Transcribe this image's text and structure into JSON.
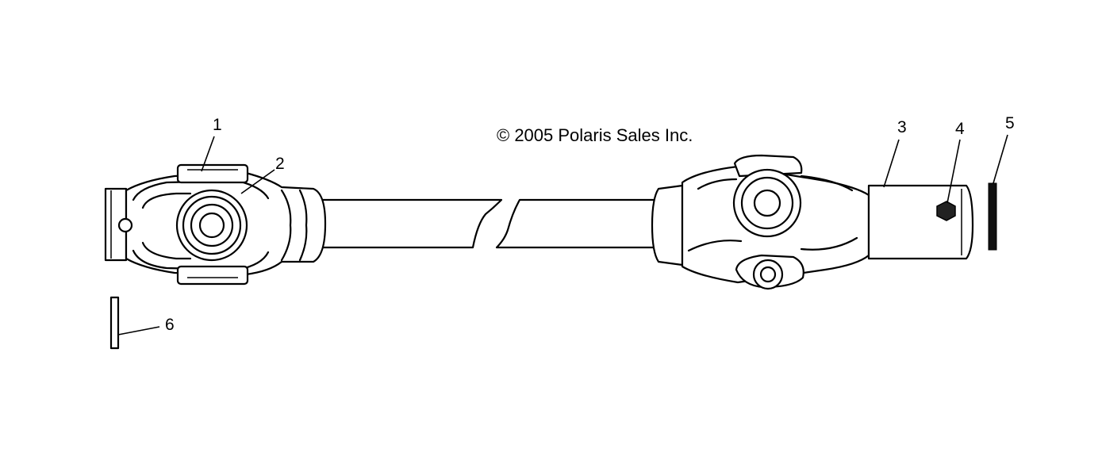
{
  "copyright": "© 2005 Polaris Sales Inc.",
  "callouts": [
    {
      "id": "1",
      "label": "1"
    },
    {
      "id": "2",
      "label": "2"
    },
    {
      "id": "3",
      "label": "3"
    },
    {
      "id": "4",
      "label": "4"
    },
    {
      "id": "5",
      "label": "5"
    },
    {
      "id": "6",
      "label": "6"
    }
  ]
}
